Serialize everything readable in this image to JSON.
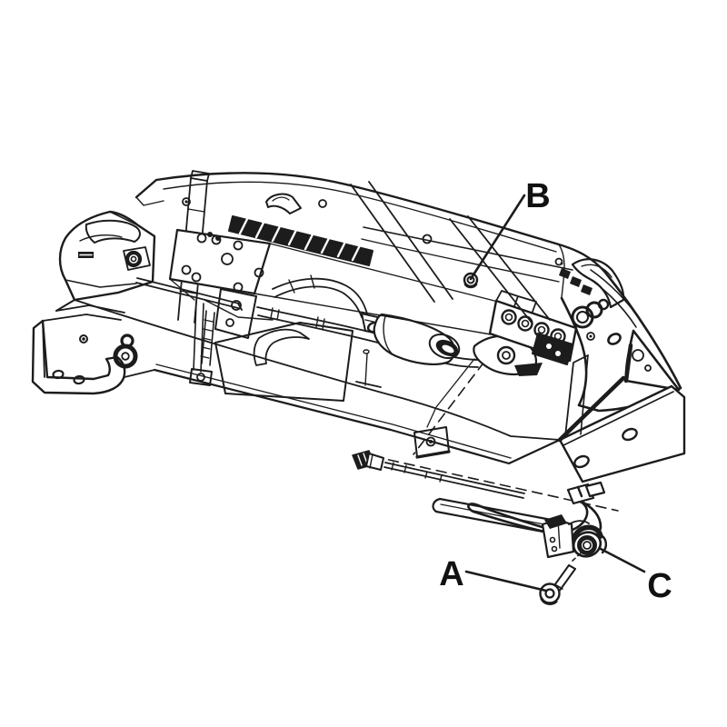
{
  "figure": {
    "type": "exploded-parts-diagram",
    "background_color": "#ffffff",
    "line_color": "#1c1c1c",
    "callouts": [
      {
        "id": "callout-a",
        "label": "A"
      },
      {
        "id": "callout-b",
        "label": "B"
      },
      {
        "id": "callout-c",
        "label": "C"
      }
    ]
  }
}
